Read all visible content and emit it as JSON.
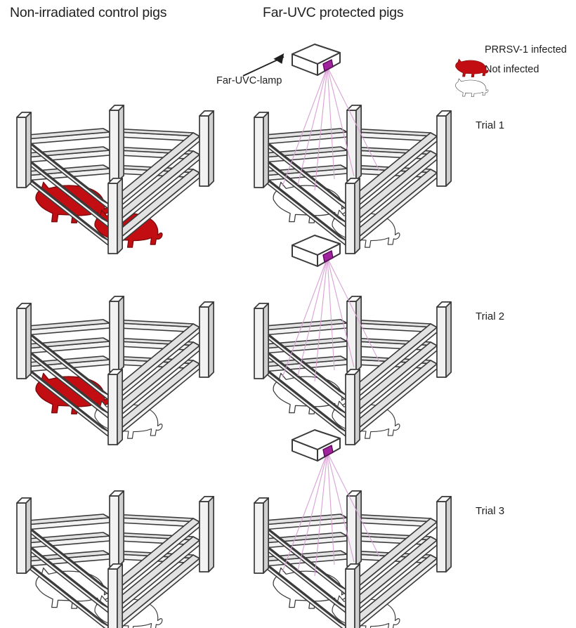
{
  "figure": {
    "title_left": "Non-irradiated control pigs",
    "title_right": "Far-UVC protected pigs",
    "lamp_annotation": "Far-UVC-lamp",
    "background": "#ffffff"
  },
  "legend": {
    "items": [
      {
        "label": "PRRSV-1 infected",
        "icon": "pig-icon-filled",
        "color": "#C20E12",
        "state": "infected"
      },
      {
        "label": "Not infected",
        "icon": "pig-icon-outline",
        "color": "#ffffff",
        "state": "not-infected"
      }
    ]
  },
  "colors": {
    "infected_red": "#C20E12",
    "infected_red_stroke": "#7d0a0c",
    "pen_stroke": "#3a3a3a",
    "pen_fill_light": "#f2f2f2",
    "pen_fill_mid": "#e2e2e2",
    "pen_fill_dark": "#d0d0d0",
    "uv_ray": "#d9a0d4",
    "lamp_panel": "#A0249B",
    "lamp_body": "#ffffff",
    "text": "#1f1f1f"
  },
  "rows": [
    {
      "trial_label": "Trial 1",
      "control_pen": {
        "group": "Non-irradiated control pigs",
        "has_lamp": false,
        "pigs": [
          {
            "position": "back-left",
            "state": "infected"
          },
          {
            "position": "front-right",
            "state": "infected"
          }
        ],
        "infected_count": 2,
        "not_infected_count": 0
      },
      "faruvc_pen": {
        "group": "Far-UVC protected pigs",
        "has_lamp": true,
        "lamp": {
          "label": "Far-UVC-lamp",
          "rays": 6
        },
        "pigs": [
          {
            "position": "back-left",
            "state": "not-infected"
          },
          {
            "position": "front-right",
            "state": "not-infected"
          }
        ],
        "infected_count": 0,
        "not_infected_count": 2
      }
    },
    {
      "trial_label": "Trial 2",
      "control_pen": {
        "group": "Non-irradiated control pigs",
        "has_lamp": false,
        "pigs": [
          {
            "position": "back-left",
            "state": "infected"
          },
          {
            "position": "front-right",
            "state": "not-infected"
          }
        ],
        "infected_count": 1,
        "not_infected_count": 1
      },
      "faruvc_pen": {
        "group": "Far-UVC protected pigs",
        "has_lamp": true,
        "lamp": {
          "rays": 6
        },
        "pigs": [
          {
            "position": "back-left",
            "state": "not-infected"
          },
          {
            "position": "front-right",
            "state": "not-infected"
          }
        ],
        "infected_count": 0,
        "not_infected_count": 2
      }
    },
    {
      "trial_label": "Trial 3",
      "control_pen": {
        "group": "Non-irradiated control pigs",
        "has_lamp": false,
        "pigs": [
          {
            "position": "back-left",
            "state": "not-infected"
          },
          {
            "position": "front-right",
            "state": "not-infected"
          }
        ],
        "infected_count": 0,
        "not_infected_count": 2
      },
      "faruvc_pen": {
        "group": "Far-UVC protected pigs",
        "has_lamp": true,
        "lamp": {
          "rays": 6
        },
        "pigs": [
          {
            "position": "back-left",
            "state": "not-infected"
          },
          {
            "position": "front-right",
            "state": "not-infected"
          }
        ],
        "infected_count": 0,
        "not_infected_count": 2
      }
    }
  ]
}
